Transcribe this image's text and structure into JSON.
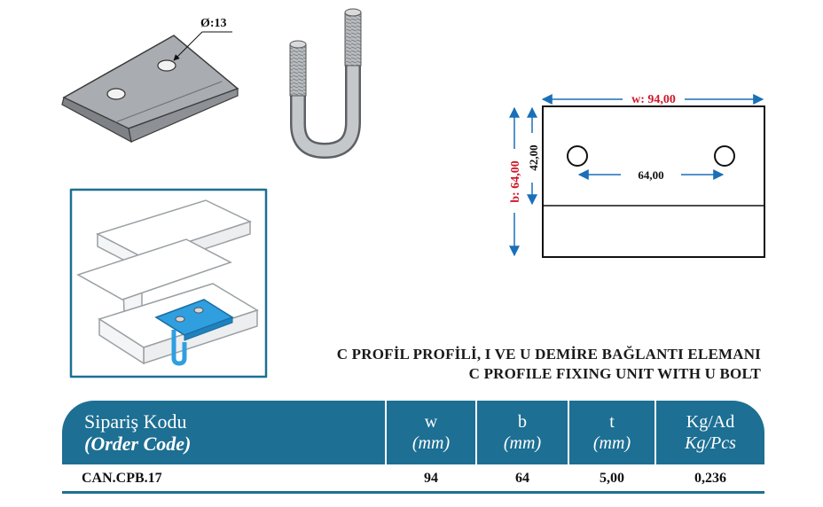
{
  "hole_label": "Ø:13",
  "dimensions": {
    "width_label": "w: 94,00",
    "height_label": "b: 64,00",
    "hole_offset_label": "42,00",
    "hole_spacing_label": "64,00"
  },
  "title": {
    "tr": "C PROFİL PROFİLİ, I VE U DEMİRE BAĞLANTI ELEMANI",
    "en": "C PROFILE FIXING UNIT WITH U BOLT"
  },
  "table": {
    "headers": [
      {
        "tr": "Sipariş Kodu",
        "en": "(Order Code)"
      },
      {
        "tr": "w",
        "en": "(mm)"
      },
      {
        "tr": "b",
        "en": "(mm)"
      },
      {
        "tr": "t",
        "en": "(mm)"
      },
      {
        "tr": "Kg/Ad",
        "en": "Kg/Pcs"
      }
    ],
    "rows": [
      [
        "CAN.CPB.17",
        "94",
        "64",
        "5,00",
        "0,236"
      ]
    ]
  },
  "colors": {
    "accent": "#1d6f93",
    "dimension_line": "#1a6fb8",
    "dimension_text": "#d0182a",
    "highlight_part": "#2f9fe0"
  }
}
